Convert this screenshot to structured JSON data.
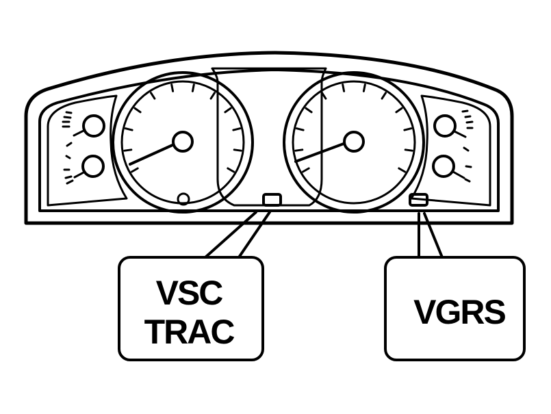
{
  "callouts": {
    "left": {
      "line1": "VSC",
      "line2": "TRAC"
    },
    "right": {
      "line1": "VGRS"
    }
  },
  "colors": {
    "line": "#000000",
    "background": "#ffffff"
  }
}
